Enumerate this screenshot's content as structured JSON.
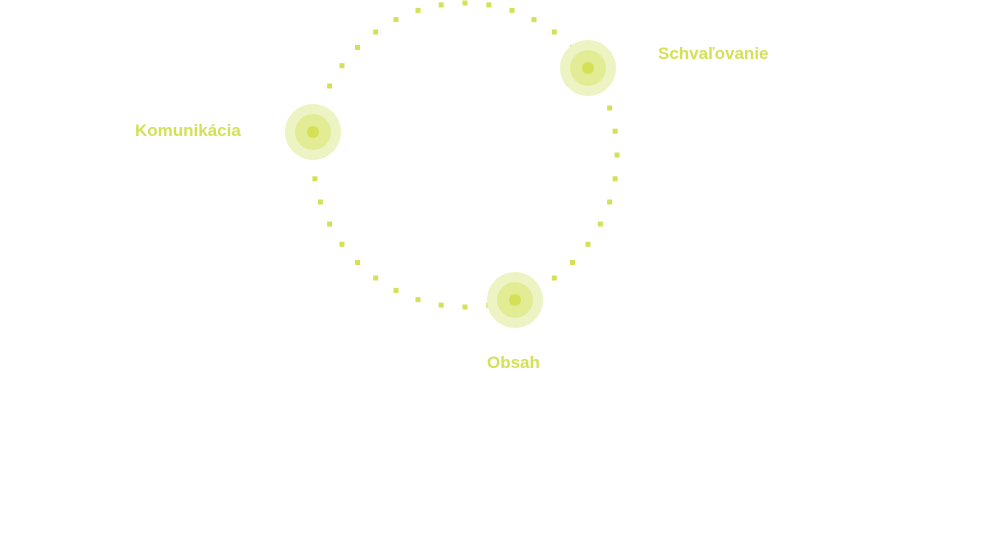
{
  "colors": {
    "accent": "#d4e157",
    "halo_outer": "#eef3c4",
    "halo_inner": "#e2ec95",
    "dot_core": "#d4e157"
  },
  "nodes": [
    {
      "id": "schvalovanie",
      "label": "Schvaľovanie"
    },
    {
      "id": "komunikacia",
      "label": "Komunikácia"
    },
    {
      "id": "obsah",
      "label": "Obsah"
    }
  ]
}
